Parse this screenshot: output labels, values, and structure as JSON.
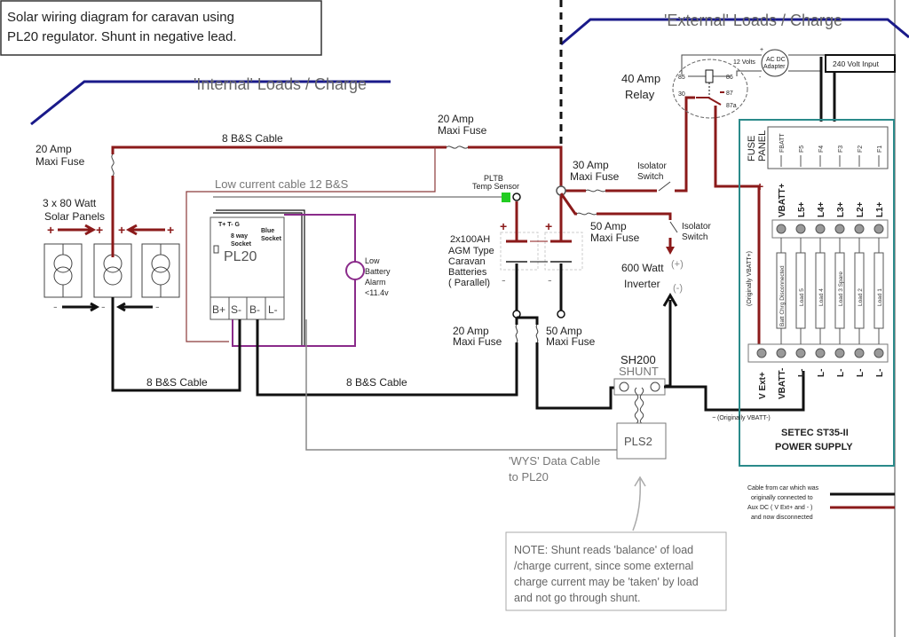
{
  "title": {
    "line1": "Solar wiring diagram for caravan using",
    "line2": "PL20 regulator. Shunt in negative lead."
  },
  "headings": {
    "internal": "'Internal' Loads / Charge",
    "external": "'External' Loads / Charge"
  },
  "solar": {
    "fuse_line1": "20 Amp",
    "fuse_line2": "Maxi Fuse",
    "panels_line1": "3 x 80 Watt",
    "panels_line2": "Solar Panels"
  },
  "cables": {
    "top": "8 B&S Cable",
    "bottom_left": "8 B&S Cable",
    "bottom_mid": "8 B&S Cable",
    "low_current": "Low current cable 12 B&S"
  },
  "pl20": {
    "name": "PL20",
    "pins": "T+ T-  G",
    "socket8_line1": "8 way",
    "socket8_line2": "Socket",
    "blue_line1": "Blue",
    "blue_line2": "Socket",
    "terminals": [
      "B+",
      "S-",
      "B-",
      "L-"
    ]
  },
  "alarm": {
    "line1": "Low",
    "line2": "Battery",
    "line3": "Alarm",
    "line4": "<11.4v"
  },
  "fuse_top": {
    "line1": "20 Amp",
    "line2": "Maxi Fuse"
  },
  "sensor": {
    "line1": "PLTB",
    "line2": "Temp Sensor",
    "color": "#22cc22"
  },
  "batteries": {
    "line1": "2x100AH",
    "line2": "AGM Type",
    "line3": "Caravan",
    "line4": "Batteries",
    "line5": "( Parallel)"
  },
  "relay": {
    "line1": "40 Amp",
    "line2": "Relay",
    "pins": [
      "85",
      "86",
      "30",
      "87",
      "87a"
    ]
  },
  "adapter": {
    "line1": "AC DC",
    "line2": "Adapter",
    "volts": "12 Volts",
    "plus": "+",
    "minus": "-",
    "input": "240 Volt Input"
  },
  "fuse30": {
    "line1": "30 Amp",
    "line2": "Maxi Fuse"
  },
  "isolator1": {
    "line1": "Isolator",
    "line2": "Switch"
  },
  "fuse50": {
    "line1": "50 Amp",
    "line2": "Maxi Fuse"
  },
  "isolator2": {
    "line1": "Isolator",
    "line2": "Switch"
  },
  "inverter": {
    "line1": "600 Watt",
    "line2": "Inverter",
    "plus": "(+)",
    "minus": "(-)"
  },
  "neg_fuse20": {
    "line1": "20 Amp",
    "line2": "Maxi Fuse"
  },
  "neg_fuse50": {
    "line1": "50 Amp",
    "line2": "Maxi Fuse"
  },
  "shunt": {
    "line1": "SH200",
    "line2": "SHUNT"
  },
  "pls2": {
    "name": "PLS2",
    "cable_line1": "'WYS' Data Cable",
    "cable_line2": "to PL20"
  },
  "setec": {
    "fuse_panel_line1": "FUSE",
    "fuse_panel_line2": "PANEL",
    "fuses": [
      "FBATT",
      "F5",
      "F4",
      "F3",
      "F2",
      "F1"
    ],
    "top_terminals": [
      "VBATT+",
      "L5+",
      "L4+",
      "L3+",
      "L2+",
      "L1+"
    ],
    "loads": [
      "Batt Chrg Disconnected",
      "Load 5",
      "Load 4",
      "Load 3 Spare",
      "Load 2",
      "Load 1"
    ],
    "bottom_terminals": [
      "V Ext+",
      "VBATT-",
      "L-",
      "L-",
      "L-",
      "L-",
      "L-"
    ],
    "orig_pos": "(Originally VBATT+)",
    "orig_neg": "(Originally VBATT-)",
    "name_line1": "SETEC ST35-II",
    "name_line2": "POWER SUPPLY"
  },
  "legend": {
    "line1": "Cable from car which was",
    "line2": "originally connected to",
    "line3": "Aux DC  ( V Ext+ and - )",
    "line4": "and now disconnected"
  },
  "note": {
    "line1": "NOTE: Shunt reads 'balance' of load",
    "line2": "/charge current, since some external",
    "line3": "charge current may be 'taken' by load",
    "line4": "and not go through shunt."
  },
  "signs": {
    "plus": "+",
    "minus": "-"
  },
  "colors": {
    "positive_wire": "#8b1a1a",
    "negative_wire": "#111111",
    "alarm_wire": "#8a2b8a",
    "data_wire": "#888888",
    "setec_outline": "#2a8a8a",
    "heading_line": "#1a1a8a"
  }
}
